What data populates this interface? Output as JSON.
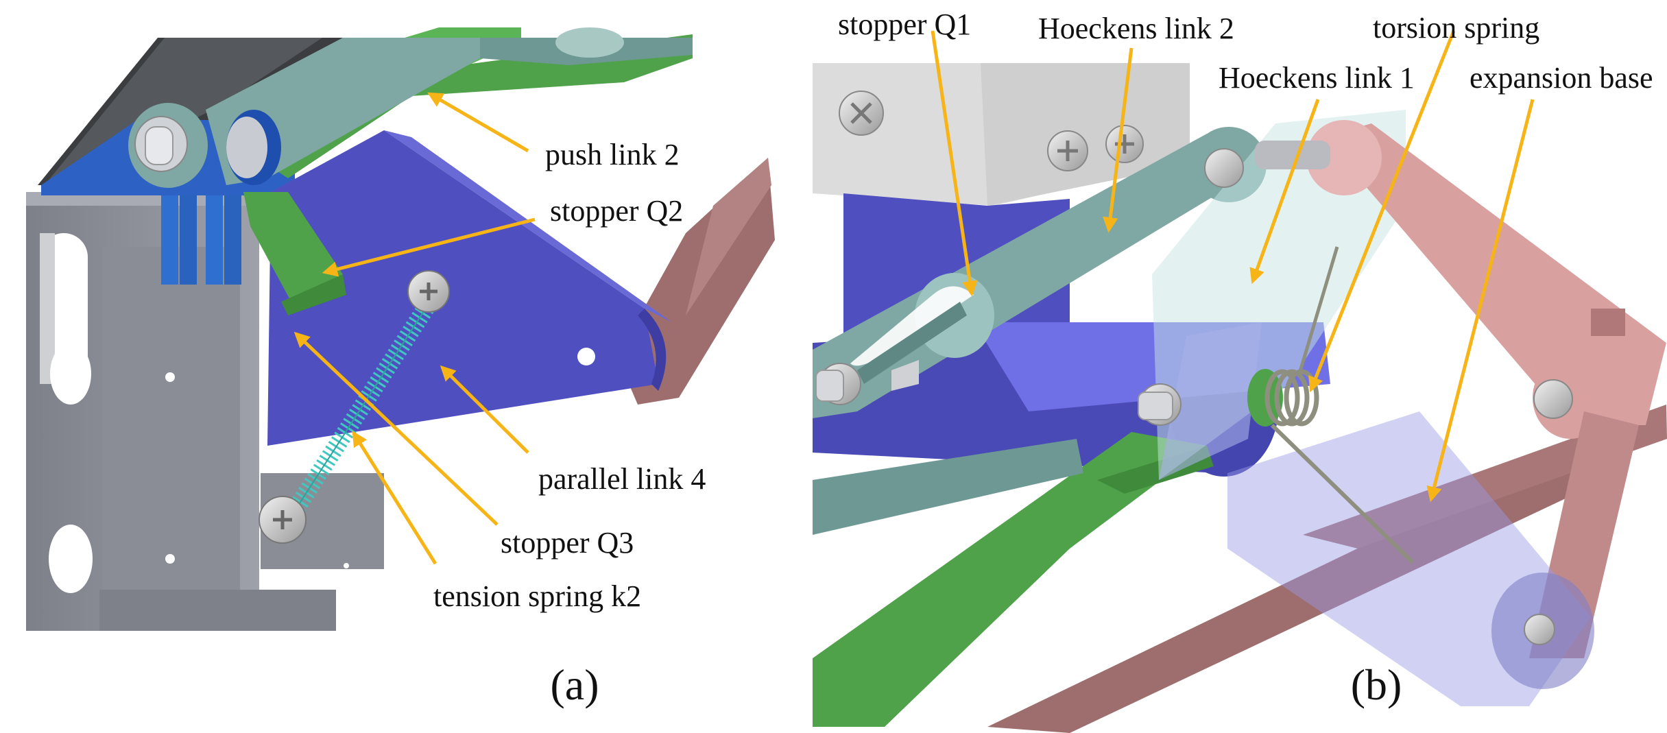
{
  "panels": [
    {
      "caption": "(a)",
      "labels": {
        "push_link_2": "push link 2",
        "stopper_q2": "stopper Q2",
        "parallel_link_4": "parallel link 4",
        "stopper_q3": "stopper Q3",
        "tension_spring_k2": "tension spring k2"
      }
    },
    {
      "caption": "(b)",
      "labels": {
        "stopper_q1": "stopper Q1",
        "hoeckens_link_2": "Hoeckens link 2",
        "torsion_spring": "torsion spring",
        "hoeckens_link_1": "Hoeckens link 1",
        "expansion_base": "expansion base"
      }
    }
  ],
  "colors": {
    "arrow": "#F6B416",
    "blue_part": "#4F4FBF",
    "green_part": "#4FA24A",
    "teal_link": "#7FA8A4",
    "brown_link": "#9E6E6E",
    "pink_link": "#D9A0A0",
    "gray_body": "#8E9099",
    "spring": "#40C8C0"
  }
}
